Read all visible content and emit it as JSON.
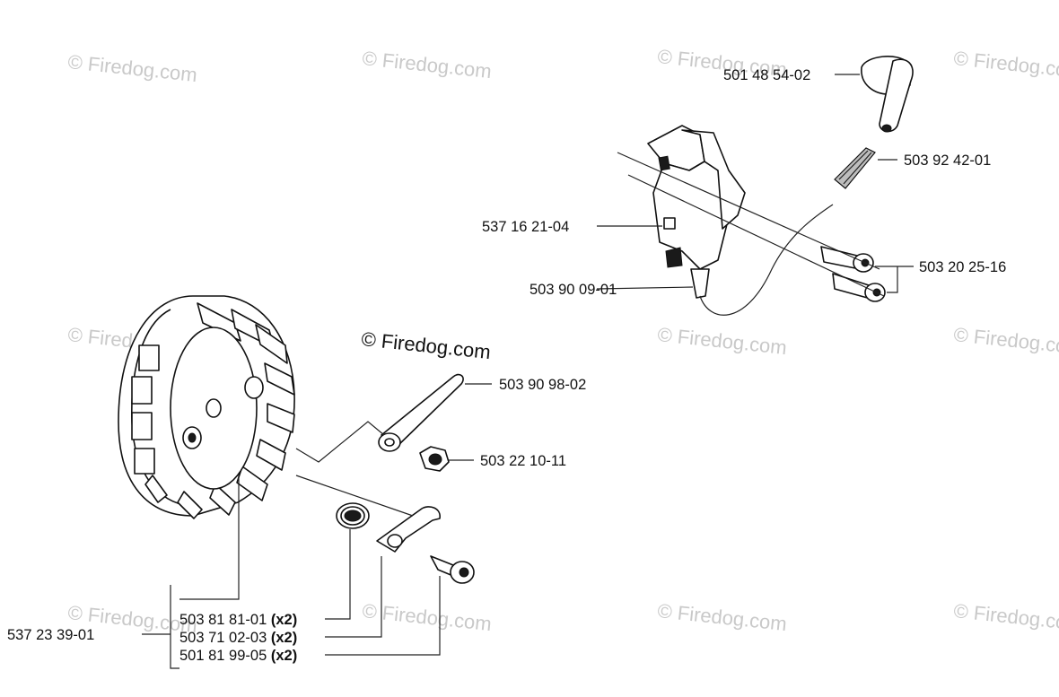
{
  "watermarks": {
    "text": "Firedog.com",
    "symbol": "©",
    "center_text": "© Firedog.com"
  },
  "callouts": {
    "boot": "501 48 54-02",
    "spring": "503 92 42-01",
    "module": "537 16 21-04",
    "screws": "503 20 25-16",
    "wire": "503 90 09-01",
    "plate": "503 90 98-02",
    "nut": "503 22 10-11",
    "flywheel": "537 23 39-01",
    "spring_pawl": "503 81 81-01",
    "pawl": "503 71 02-03",
    "pawl_screw": "501 81 99-05",
    "qty_label": "(x2)"
  }
}
